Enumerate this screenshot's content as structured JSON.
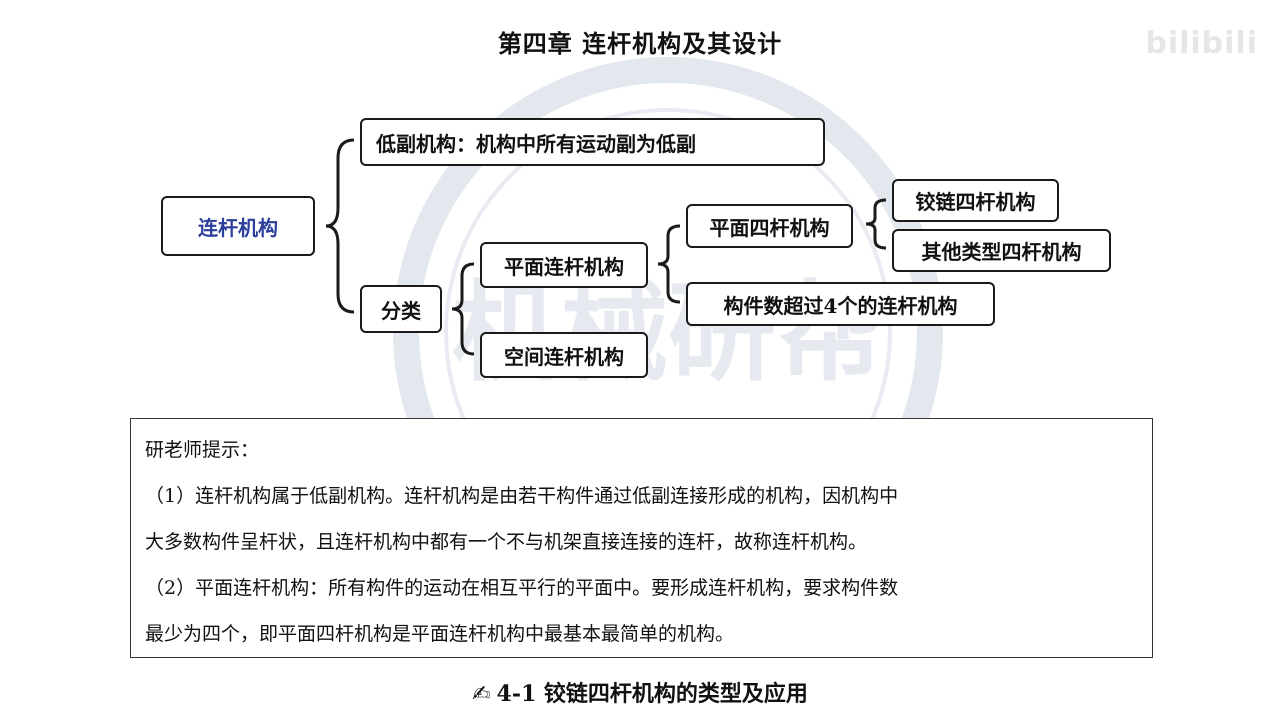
{
  "title": "第四章  连杆机构及其设计",
  "logo_text": "bilibili",
  "watermark": {
    "text": "机械研帮",
    "color": "#dfe4ec"
  },
  "diagram": {
    "root": "连杆机构",
    "low_pair": "低副机构：机构中所有运动副为低副",
    "classify": "分类",
    "planar_linkage": "平面连杆机构",
    "spatial_linkage": "空间连杆机构",
    "planar_four_bar": "平面四杆机构",
    "over_four_links": "构件数超过4个的连杆机构",
    "hinged_four_bar": "铰链四杆机构",
    "other_four_bar": "其他类型四杆机构"
  },
  "tips": {
    "header": "研老师提示：",
    "lines": [
      "（1）连杆机构属于低副机构。连杆机构是由若干构件通过低副连接形成的机构，因机构中",
      "大多数构件呈杆状，且连杆机构中都有一个不与机架直接连接的连杆，故称连杆机构。",
      "（2）平面连杆机构：所有构件的运动在相互平行的平面中。要形成连杆机构，要求构件数",
      "最少为四个，即平面四杆机构是平面连杆机构中最基本最简单的机构。"
    ]
  },
  "section_heading": {
    "icon": "pen-icon",
    "text": "4-1  铰链四杆机构的类型及应用"
  },
  "colors": {
    "root_text": "#2c3e9b",
    "border": "#1a1a1a"
  }
}
